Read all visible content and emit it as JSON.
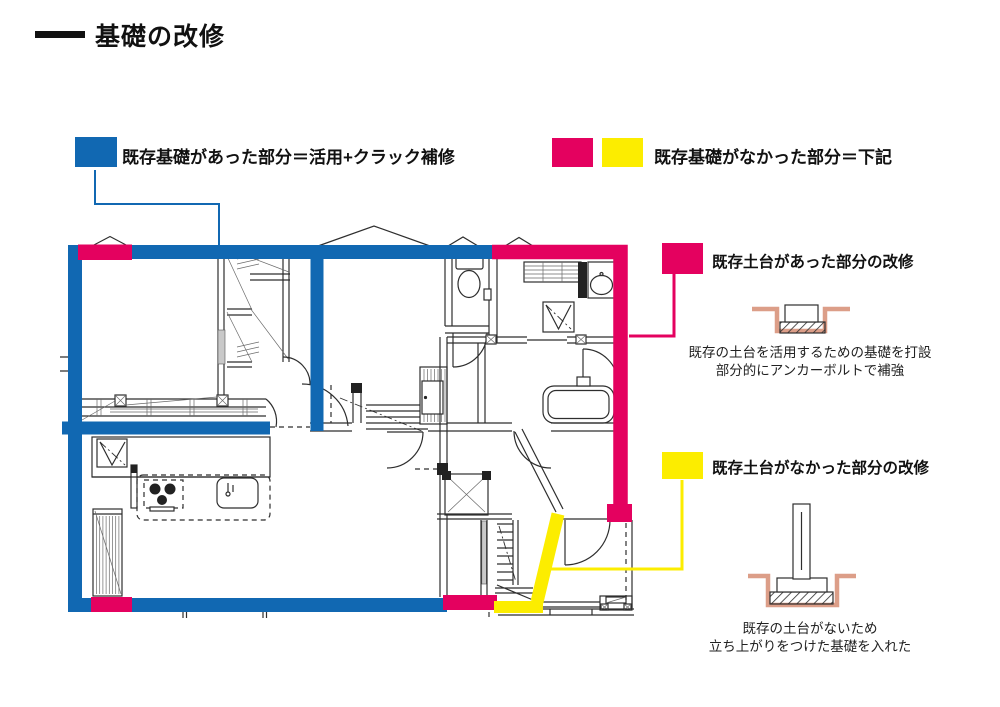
{
  "header": {
    "title": "基礎の改修"
  },
  "legend": {
    "existing_foundation": {
      "label": "既存基礎があった部分＝活用+クラック補修",
      "color": "#1168b2"
    },
    "no_foundation": {
      "label": "既存基礎がなかった部分＝下記",
      "colors": [
        "#e4015f",
        "#fced00"
      ]
    }
  },
  "annotations": {
    "existing_sill": {
      "title": "既存土台があった部分の改修",
      "caption_line1": "既存の土台を活用するための基礎を打設",
      "caption_line2": "部分的にアンカーボルトで補強",
      "color": "#e4015f"
    },
    "no_sill": {
      "title": "既存土台がなかった部分の改修",
      "caption_line1": "既存の土台がないため",
      "caption_line2": "立ち上がりをつけた基礎を入れた",
      "color": "#fced00"
    }
  },
  "colors": {
    "blue": "#1168b2",
    "pink": "#e4015f",
    "yellow": "#fced00",
    "salmon": "#dc9e88",
    "line": "#2e2e2e"
  }
}
